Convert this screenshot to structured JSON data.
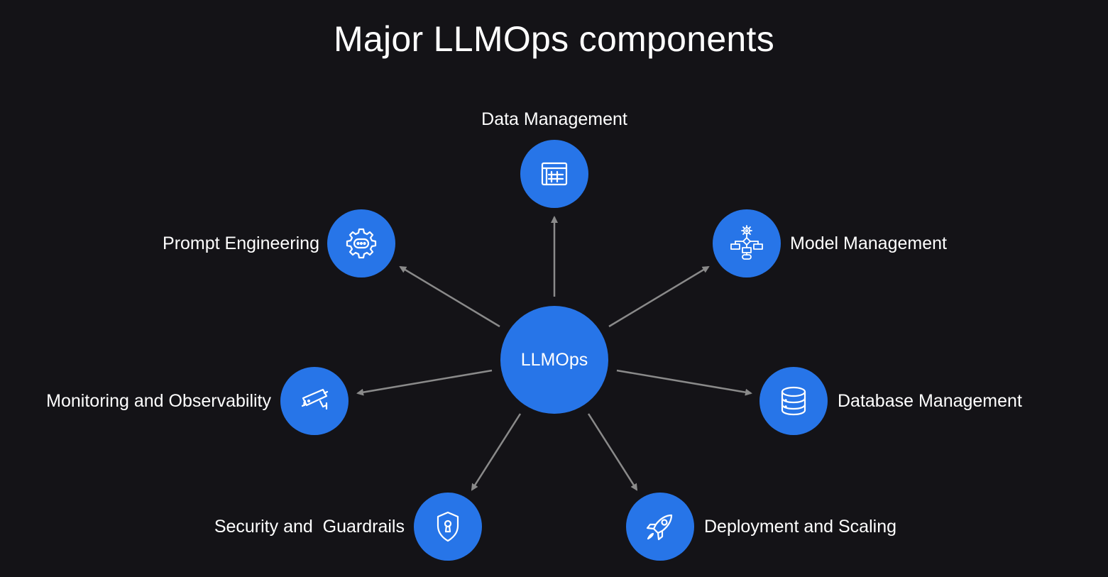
{
  "title": "Major LLMOps components",
  "hub": {
    "label": "LLMOps"
  },
  "components": {
    "data_management": {
      "label": "Data Management",
      "icon": "table-icon"
    },
    "model_management": {
      "label": "Model Management",
      "icon": "flowchart-gear-icon"
    },
    "database_management": {
      "label": "Database Management",
      "icon": "database-icon"
    },
    "deployment_scaling": {
      "label": "Deployment and Scaling",
      "icon": "rocket-icon"
    },
    "security_guardrails": {
      "label": "Security and  Guardrails",
      "icon": "shield-lock-icon"
    },
    "monitoring_observability": {
      "label": "Monitoring and Observability",
      "icon": "camera-icon"
    },
    "prompt_engineering": {
      "label": "Prompt Engineering",
      "icon": "gear-chat-icon"
    }
  },
  "colors": {
    "background": "#141317",
    "node": "#2775e8",
    "arrow": "#8a8a8a",
    "text": "#ffffff"
  }
}
